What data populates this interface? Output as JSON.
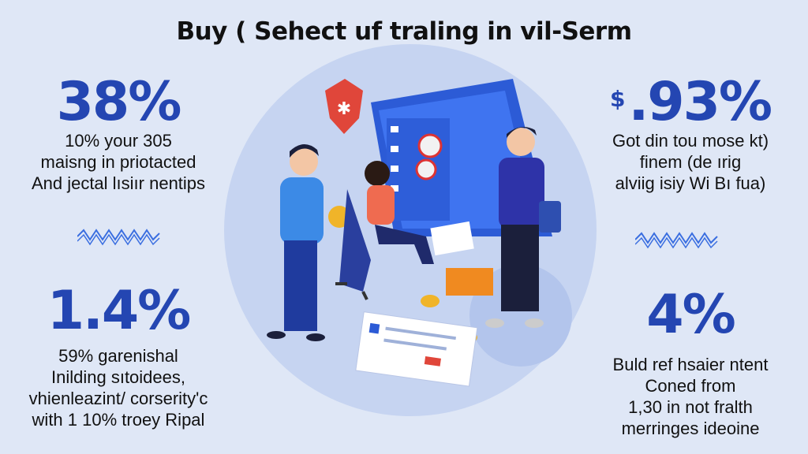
{
  "title": "Buy ( Sehect uf traling in vil-Serm",
  "stats": [
    {
      "value": "38%",
      "lines": [
        "10% your 305",
        "maisng in priotacted",
        "And jectal lısiır nentips"
      ]
    },
    {
      "prefix": "$",
      "value": ".93%",
      "lines": [
        "Got  din tou mose kt)",
        "finem (de ırig",
        "alviig isiy Wi Bı fua)"
      ]
    },
    {
      "value": "1.4%",
      "lines": [
        "59% garenishal",
        "Inilding sıtoidees,",
        "vhienleazint/ corserity'c",
        "with 1 10% troey Ripal"
      ]
    },
    {
      "value": "4%",
      "lines": [
        "Buld ref hsaier ntent",
        "Coned from",
        "1,30 in not fralth",
        "merringes ideoine"
      ]
    }
  ],
  "colors": {
    "accent": "#2446b2",
    "background": "#dfe7f6",
    "circle": "#c6d4f1"
  }
}
